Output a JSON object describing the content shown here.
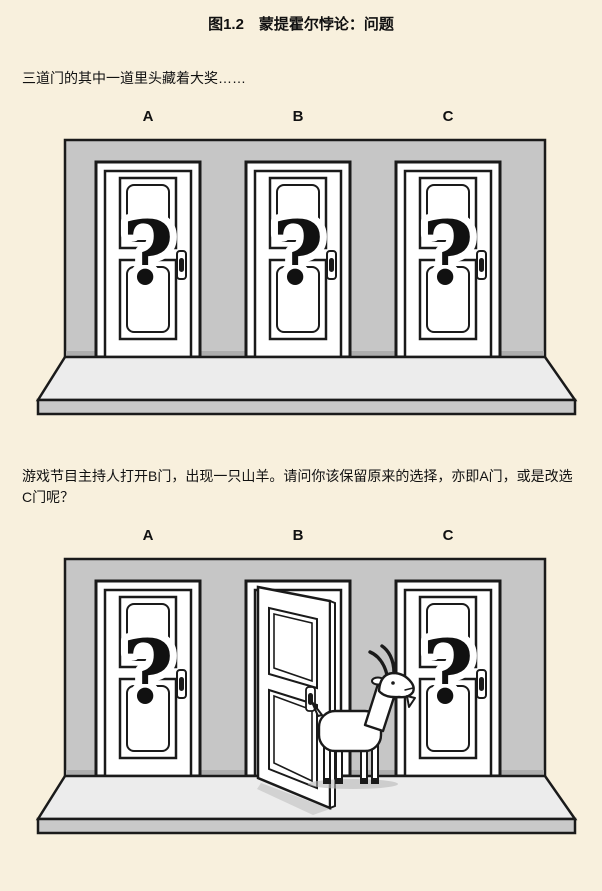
{
  "page": {
    "title": "图1.2　蒙提霍尔悖论：问题",
    "background": "#f8f0dd"
  },
  "figure1": {
    "caption": "三道门的其中一道里头藏着大奖……",
    "door_labels": [
      "A",
      "B",
      "C"
    ]
  },
  "figure2": {
    "caption": "游戏节目主持人打开B门，出现一只山羊。请问你该保留原来的选择，亦即A门，或是改选C门呢？",
    "door_labels": [
      "A",
      "B",
      "C"
    ]
  },
  "door": {
    "question_mark": "?"
  },
  "colors": {
    "outline": "#1a1a1a",
    "wall": "#c6c6c6",
    "platform_top": "#ececec",
    "platform_front": "#c9c9c9",
    "door_fill": "#ffffff"
  }
}
